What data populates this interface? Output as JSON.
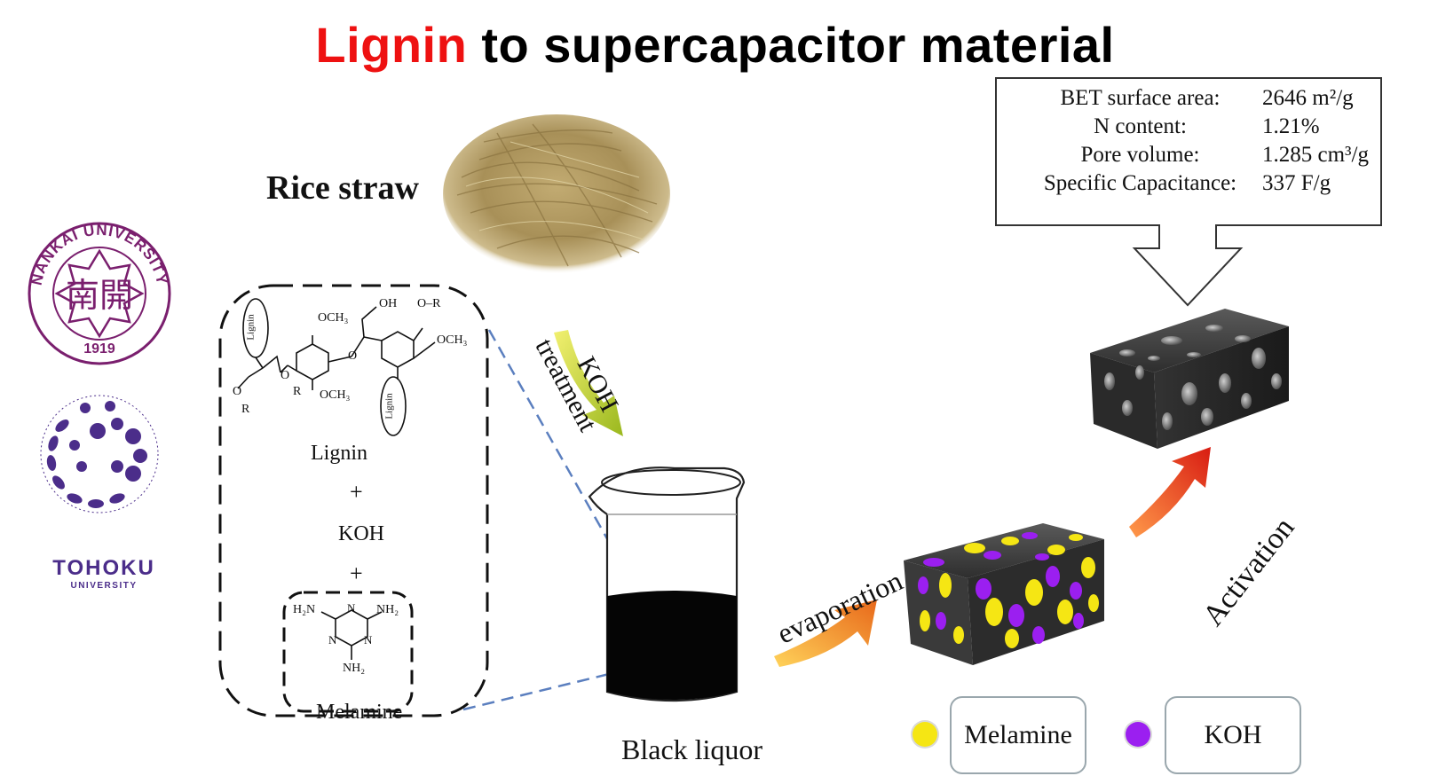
{
  "title": {
    "highlight": "Lignin",
    "rest": " to supercapacitor material"
  },
  "rice_straw_label": "Rice straw",
  "koh_treatment": {
    "line1": "KOH",
    "line2": "treatment"
  },
  "mixture": {
    "lignin_label": "Lignin",
    "plus": "+",
    "koh_label": "KOH",
    "melamine_label": "Melamine",
    "structure_text": {
      "och3_top": "OCH₃",
      "oh": "OH",
      "o_r_top": "O–R",
      "och3_right": "OCH₃",
      "o_center": "O",
      "o_left": "O",
      "r_left": "R",
      "och3_bottom": "OCH₃",
      "o_bottom_left": "O",
      "r_bottom_left": "R",
      "lignin_oval": "Lignin",
      "h2n": "H₂N",
      "nh2_right": "NH₂",
      "nh2_bottom": "NH₂",
      "n": "N"
    }
  },
  "beaker_label": "Black liquor",
  "evaporation_label": "evaporation",
  "activation_label": "Activation",
  "properties": [
    {
      "key": "BET surface area:",
      "value": "2646 m²/g"
    },
    {
      "key": "N content:",
      "value": "1.21%"
    },
    {
      "key": "Pore volume:",
      "value": "1.285 cm³/g"
    },
    {
      "key": "Specific Capacitance:",
      "value": "337 F/g"
    }
  ],
  "legend": [
    {
      "label": "Melamine",
      "color": "#f5e614"
    },
    {
      "label": "KOH",
      "color": "#9b1ff0"
    }
  ],
  "logos": {
    "nankai": {
      "ring_text": "NANKAI UNIVERSITY",
      "year": "1919",
      "chars": "南開",
      "color": "#7a1f6e"
    },
    "tohoku": {
      "name": "TOHOKU",
      "sub": "UNIVERSITY",
      "color": "#4b2d8a"
    }
  },
  "colors": {
    "title_highlight": "#ee1111",
    "yellow_arrow": "#c8d41a",
    "orange_arrow": "#f08a1a",
    "red_arrow": "#e43a1a",
    "dashed_line": "#5b7fbf"
  }
}
